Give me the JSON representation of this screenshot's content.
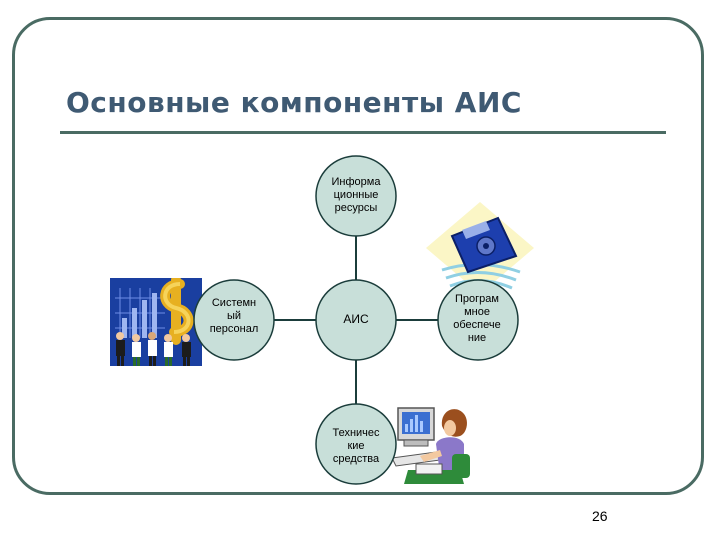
{
  "slide": {
    "title": "Основные компоненты АИС",
    "page_number": "26"
  },
  "diagram": {
    "center": {
      "label": "АИС"
    },
    "nodes": [
      {
        "id": "info",
        "label": "Информа\nционные\nресурсы"
      },
      {
        "id": "staff",
        "label": "Системн\nый\nперсонал"
      },
      {
        "id": "software",
        "label": "Програм\nмное\nобеспече\nние"
      },
      {
        "id": "hardware",
        "label": "Техничес\nкие\nсредства"
      }
    ]
  },
  "colors": {
    "node_fill": "#c8dfd9",
    "node_stroke": "#1b3d3b",
    "connector": "#1b3d3b",
    "frame": "#4a6b63",
    "title": "#3f5a73"
  },
  "clipart": [
    {
      "name": "business-people-dollar-clipart"
    },
    {
      "name": "floppy-disk-clipart"
    },
    {
      "name": "computer-user-clipart"
    }
  ]
}
